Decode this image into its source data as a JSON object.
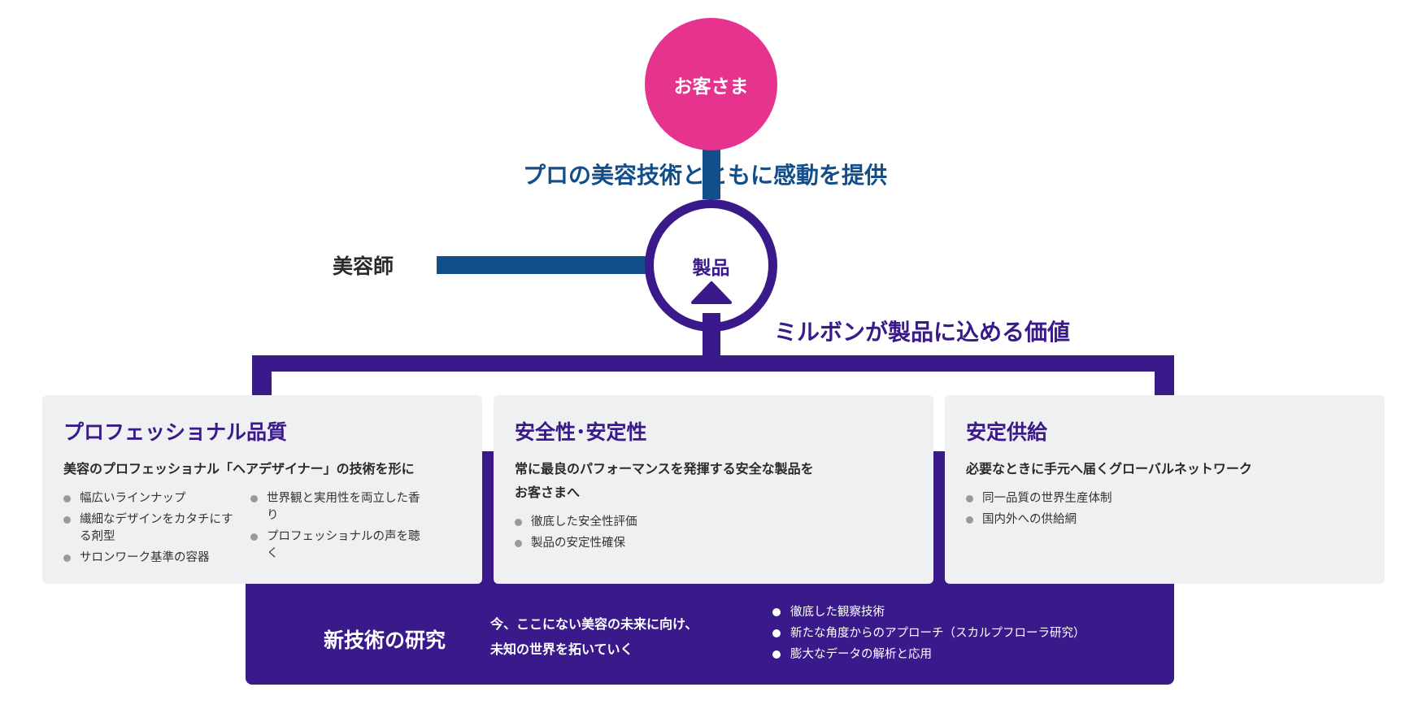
{
  "nodes": {
    "customer": "お客さま",
    "product": "製品",
    "hairdresser": "美容師"
  },
  "headings": {
    "provide": "プロの美容技術とともに感動を提供",
    "values": "ミルボンが製品に込める価値"
  },
  "cards": [
    {
      "title": "プロフェッショナル品質",
      "description": "美容のプロフェッショナル「ヘアデザイナー」の技術を形に",
      "bullets_col1": [
        "幅広いラインナップ",
        "繊細なデザインをカタチにする剤型",
        "サロンワーク基準の容器"
      ],
      "bullets_col2": [
        "世界観と実用性を両立した香り",
        "プロフェッショナルの声を聴く"
      ]
    },
    {
      "title": "安全性･安定性",
      "description_lines": [
        "常に最良のパフォーマンスを発揮する安全な製品を",
        "お客さまへ"
      ],
      "bullets": [
        "徹底した安全性評価",
        "製品の安定性確保"
      ]
    },
    {
      "title": "安定供給",
      "description": "必要なときに手元へ届くグローバルネットワーク",
      "bullets": [
        "同一品質の世界生産体制",
        "国内外への供給網"
      ]
    }
  ],
  "research": {
    "label": "新技術の研究",
    "description_lines": [
      "今、ここにない美容の未来に向け、",
      "未知の世界を拓いていく"
    ],
    "bullets": [
      "徹底した観察技術",
      "新たな角度からのアプローチ（スカルプフローラ研究）",
      "膨大なデータの解析と応用"
    ]
  },
  "colors": {
    "customer_fill": "#e5338e",
    "blue_arrow": "#124e8a",
    "purple": "#3a1a8a",
    "card_background": "#eff0f2"
  }
}
